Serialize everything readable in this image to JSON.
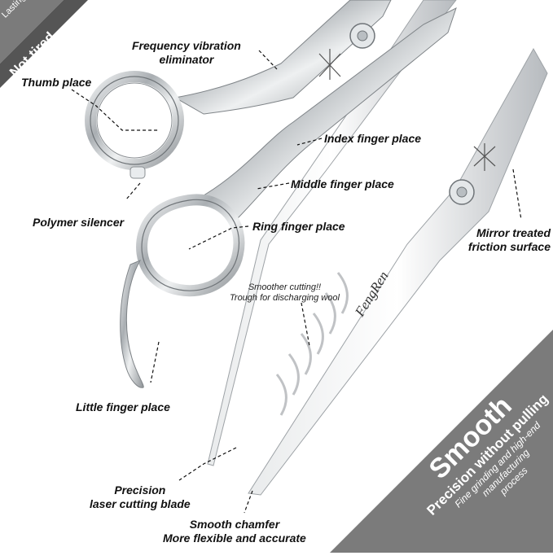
{
  "corner_banner": {
    "top": "Lasting",
    "main": "Not tired"
  },
  "brand": "FengRen",
  "labels": {
    "frequency_line1": "Frequency vibration",
    "frequency_line2": "eliminator",
    "thumb": "Thumb place",
    "index": "Index finger place",
    "middle": "Middle finger place",
    "polymer": "Polymer silencer",
    "ring": "Ring finger place",
    "mirror_line1": "Mirror treated",
    "mirror_line2": "friction surface",
    "smoother_line1": "Smoother cutting!!",
    "smoother_line2": "Trough for discharging wool",
    "little": "Little finger place",
    "precision_line1": "Precision",
    "precision_line2": "laser cutting blade",
    "chamfer_line1": "Smooth chamfer",
    "chamfer_line2": "More flexible and accurate"
  },
  "ribbon": {
    "title": "Smooth",
    "subtitle": "Precision without pulling",
    "line1": "Fine grinding and high-end",
    "line2": "manufacturing",
    "line3": "process"
  },
  "colors": {
    "ribbon": "#7b7b7b",
    "steel": "#cfd3d6",
    "text": "#111111"
  }
}
